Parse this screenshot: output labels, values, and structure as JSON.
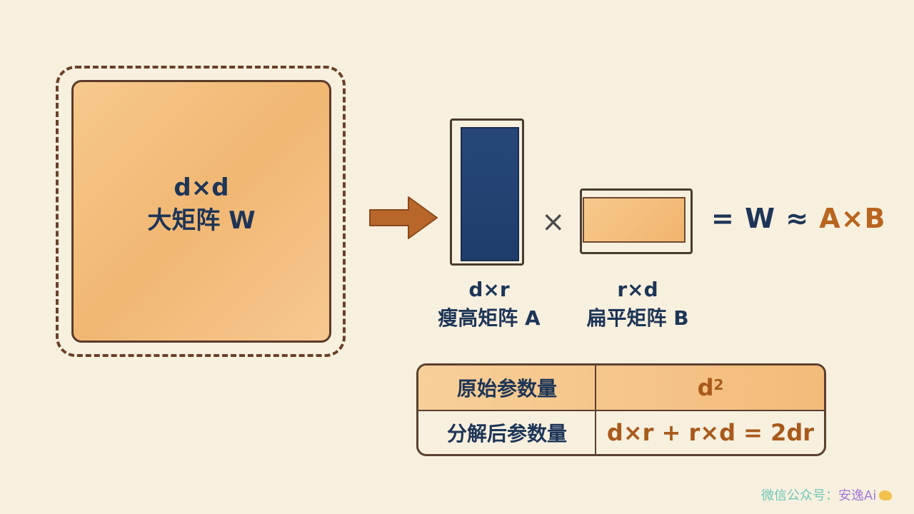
{
  "big_matrix": {
    "dims": "d×d",
    "name": "大矩阵 W"
  },
  "matrix_a": {
    "dims": "d×r",
    "name": "瘦高矩阵 A"
  },
  "matrix_b": {
    "dims": "r×d",
    "name": "扁平矩阵 B"
  },
  "operator": "×",
  "equation": {
    "prefix": "= W ≈ ",
    "highlight": "A×B"
  },
  "table": {
    "rows": [
      {
        "label": "原始参数量",
        "value_base": "d",
        "value_sup": "2"
      },
      {
        "label": "分解后参数量",
        "value": "d×r + r×d = 2dr"
      }
    ]
  },
  "watermark": {
    "prefix": "微信公众号：",
    "name": "安逸Ai"
  },
  "colors": {
    "background": "#f8f0df",
    "navy": "#1d3557",
    "orange_fill": "#f3bb7a",
    "orange_text": "#b9651f",
    "blue_fill": "#1f3d6b",
    "outline": "#5b3a2a"
  }
}
